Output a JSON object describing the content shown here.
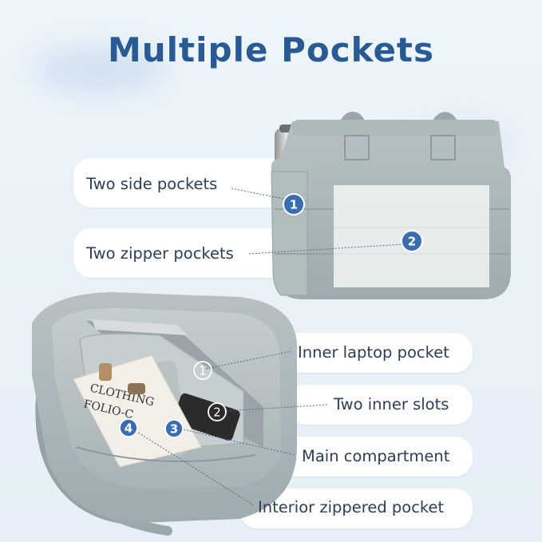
{
  "title": "Multiple Pockets",
  "colors": {
    "title": "#2a5a93",
    "badge_blue": "#3a6db0",
    "badge_outline": "#ffffff",
    "bag_gray": "#a9b5b8",
    "label_text": "#2c3d55"
  },
  "callouts_top": [
    {
      "number": "1",
      "label": "Two side pockets"
    },
    {
      "number": "2",
      "label": "Two zipper pockets"
    }
  ],
  "callouts_bottom": [
    {
      "number": "1",
      "label": "Inner laptop pocket"
    },
    {
      "number": "2",
      "label": "Two inner slots"
    },
    {
      "number": "3",
      "label": "Main compartment"
    },
    {
      "number": "4",
      "label": "Interior zippered pocket"
    }
  ],
  "book_text": {
    "line1": "CLOTHING",
    "line2": "FOLIO-C"
  },
  "icons": {
    "bottle": "water-bottle-icon",
    "bag_front": "tote-bag-front-icon",
    "bag_open": "tote-bag-open-icon"
  }
}
